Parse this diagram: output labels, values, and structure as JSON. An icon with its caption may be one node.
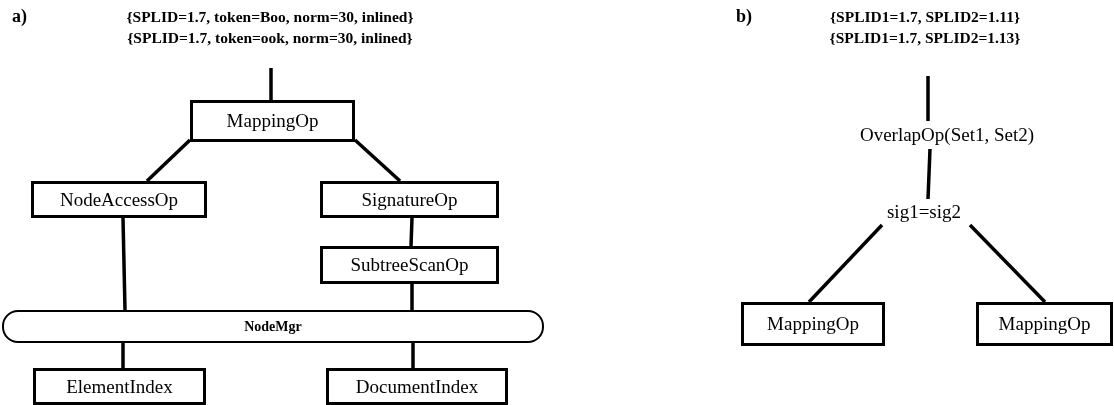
{
  "diagram": {
    "nodes": [
      {
        "text": [
          "{SPLID=1.7, token=Boo, norm=30, inlined}",
          "{SPLID=1.7, token=ook, norm=30, inlined}"
        ]
      },
      {
        "text": [
          "MappingOp"
        ]
      },
      {
        "text": [
          "NodeAccessOp"
        ]
      },
      {
        "text": [
          "SignatureOp"
        ]
      },
      {
        "text": [
          "SubtreeScanOp"
        ]
      },
      {
        "text": [
          "NodeMgr"
        ]
      },
      {
        "text": [
          "ElementIndex"
        ]
      },
      {
        "text": [
          "DocumentIndex"
        ]
      },
      {
        "text": [
          "{SPLID1=1.7, SPLID2=1.11}",
          "{SPLID1=1.7, SPLID2=1.13}"
        ]
      },
      {
        "text": [
          "OverlapOp(Set1, Set2)"
        ]
      },
      {
        "text": [
          "sig1=sig2"
        ]
      },
      {
        "text": [
          "MappingOp"
        ]
      },
      {
        "text": [
          "MappingOp"
        ]
      }
    ],
    "edges": [
      {
        "from": 0,
        "to": 1,
        "arrow": "none"
      },
      {
        "from": 1,
        "to": 2,
        "arrow": "none"
      },
      {
        "from": 1,
        "to": 3,
        "arrow": "none"
      },
      {
        "from": 2,
        "to": 5,
        "arrow": "none"
      },
      {
        "from": 3,
        "to": 4,
        "arrow": "none"
      },
      {
        "from": 4,
        "to": 5,
        "arrow": "none"
      },
      {
        "from": 5,
        "to": 6,
        "arrow": "none"
      },
      {
        "from": 5,
        "to": 7,
        "arrow": "none"
      },
      {
        "from": 8,
        "to": 9,
        "arrow": "none"
      },
      {
        "from": 9,
        "to": 10,
        "arrow": "none"
      },
      {
        "from": 10,
        "to": 11,
        "arrow": "none"
      },
      {
        "from": 10,
        "to": 12,
        "arrow": "none"
      }
    ],
    "labels": [
      "a)",
      "b)"
    ]
  }
}
